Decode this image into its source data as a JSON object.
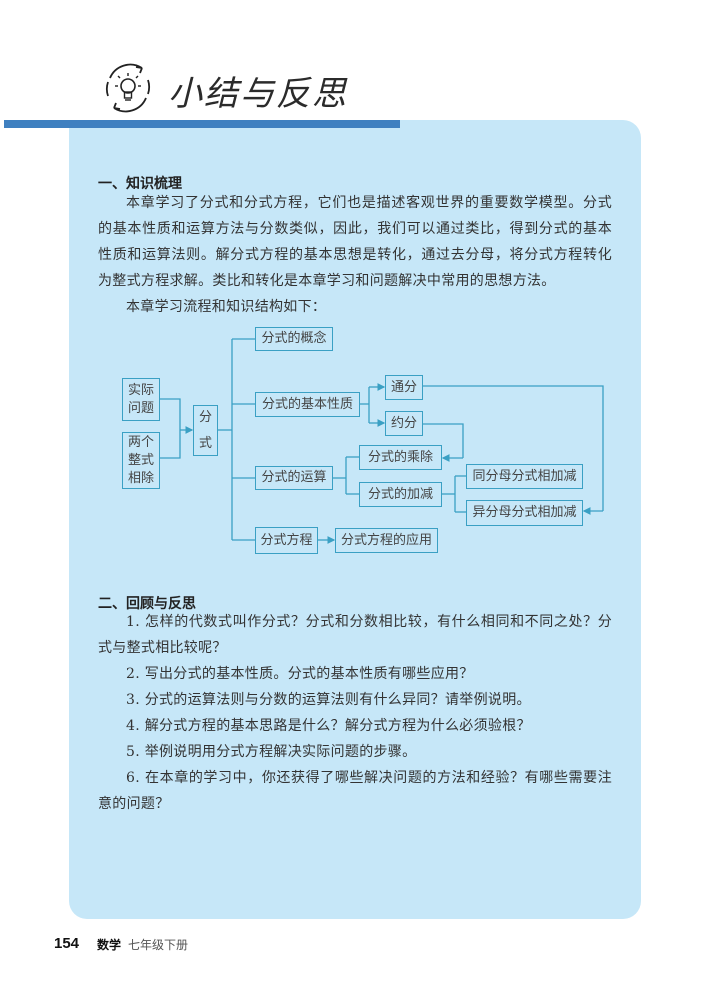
{
  "header": {
    "icon": "lightbulb-cycle-icon",
    "title": "小结与反思"
  },
  "colors": {
    "title_bar": "#3f80c0",
    "panel_bg": "#c6e7f8",
    "diagram_line": "#3aa0c4"
  },
  "section1": {
    "heading": "一、知识梳理",
    "paragraphs": [
      "本章学习了分式和分式方程，它们也是描述客观世界的重要数学模型。分式的基本性质和运算方法与分数类似，因此，我们可以通过类比，得到分式的基本性质和运算法则。解分式方程的基本思想是转化，通过去分母，将分式方程转化为整式方程求解。类比和转化是本章学习和问题解决中常用的思想方法。",
      "本章学习流程和知识结构如下："
    ]
  },
  "diagram": {
    "sources": [
      "实际问题",
      "两个整式相除"
    ],
    "source_lines": [
      [
        "实际",
        "问题"
      ],
      [
        "两个",
        "整式",
        "相除"
      ]
    ],
    "root": [
      "分",
      "式"
    ],
    "branches": [
      "分式的概念",
      "分式的基本性质",
      "分式的运算",
      "分式方程"
    ],
    "properties": [
      "通分",
      "约分"
    ],
    "operations": [
      "分式的乘除",
      "分式的加减"
    ],
    "add_sub": [
      "同分母分式相加减",
      "异分母分式相加减"
    ],
    "equation_application": "分式方程的应用"
  },
  "section2": {
    "heading": "二、回顾与反思",
    "questions": [
      "1. 怎样的代数式叫作分式？分式和分数相比较，有什么相同和不同之处？分式与整式相比较呢？",
      "2. 写出分式的基本性质。分式的基本性质有哪些应用？",
      "3. 分式的运算法则与分数的运算法则有什么异同？请举例说明。",
      "4. 解分式方程的基本思路是什么？解分式方程为什么必须验根？",
      "5. 举例说明用分式方程解决实际问题的步骤。",
      "6. 在本章的学习中，你还获得了哪些解决问题的方法和经验？有哪些需要注意的问题？"
    ]
  },
  "footer": {
    "page_number": "154",
    "subject": "数学",
    "book": "七年级下册"
  }
}
